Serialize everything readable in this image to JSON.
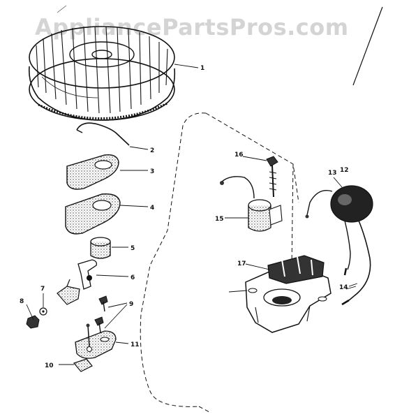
{
  "watermark": "AppliancePartsPros.com",
  "callouts": {
    "p1": "1",
    "p2": "2",
    "p3": "3",
    "p4": "4",
    "p5": "5",
    "p6": "6",
    "p7": "7",
    "p8": "8",
    "p9": "9",
    "p10": "10",
    "p11": "11",
    "p12": "12",
    "p13": "13",
    "p14": "14",
    "p15": "15",
    "p16": "16",
    "p17": "17"
  },
  "colors": {
    "ink": "#111111",
    "watermark": "#d4d4d4",
    "background": "#ffffff"
  }
}
